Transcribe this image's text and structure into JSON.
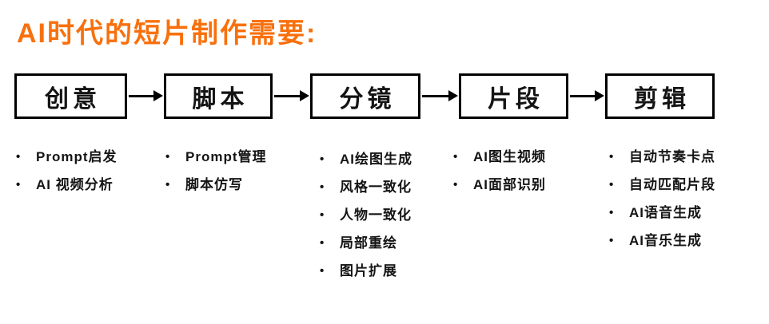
{
  "title": "AI时代的短片制作需要:",
  "colors": {
    "accent": "#F8700D",
    "text": "#141414",
    "line": "#000000"
  },
  "flow": {
    "stages": [
      {
        "label": "创意",
        "items": [
          "Prompt启发",
          "AI 视频分析"
        ]
      },
      {
        "label": "脚本",
        "items": [
          "Prompt管理",
          "脚本仿写"
        ]
      },
      {
        "label": "分镜",
        "items": [
          "AI绘图生成",
          "风格一致化",
          "人物一致化",
          "局部重绘",
          "图片扩展"
        ]
      },
      {
        "label": "片段",
        "items": [
          "AI图生视频",
          "AI面部识别"
        ]
      },
      {
        "label": "剪辑",
        "items": [
          "自动节奏卡点",
          "自动匹配片段",
          "AI语音生成",
          "AI音乐生成"
        ]
      }
    ]
  }
}
